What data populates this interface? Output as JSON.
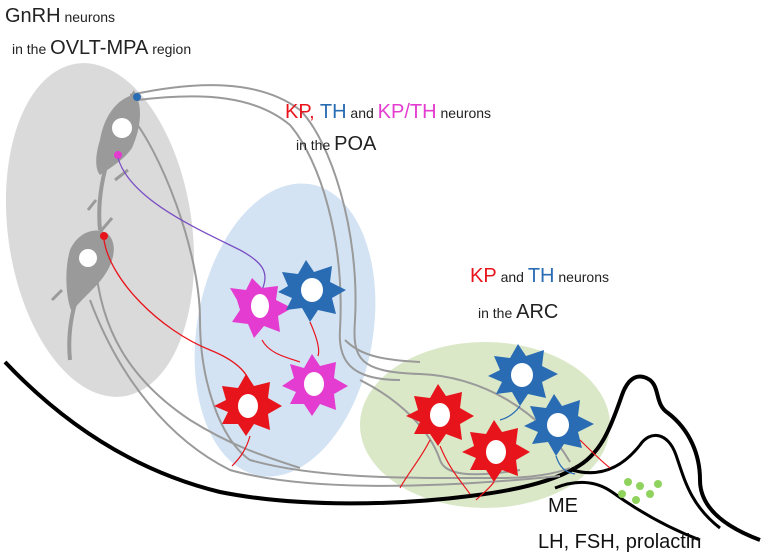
{
  "labels": {
    "gnrh_line1_big": "GnRH",
    "gnrh_line1_small": " neurons",
    "gnrh_line2_small": "in the ",
    "gnrh_line2_big": "OVLT-MPA",
    "gnrh_line2_small2": " region",
    "poa_kp": "KP,",
    "poa_th": " TH",
    "poa_and": " and ",
    "poa_kpth": "KP/TH",
    "poa_neurons": " neurons",
    "poa_in_the": "in the ",
    "poa_region": "POA",
    "arc_kp": "KP",
    "arc_and": " and ",
    "arc_th": "TH",
    "arc_neurons": " neurons",
    "arc_in_the": "in the ",
    "arc_region": "ARC",
    "me": "ME",
    "hormones": "LH, FSH, prolactin"
  },
  "colors": {
    "kp": "#e8141c",
    "th": "#2a6cb4",
    "kpth": "#e43bd0",
    "gnrh": "#9a9a9a",
    "region_ovlt": "#d9d9d9",
    "region_poa": "#cfe0f2",
    "region_arc": "#d8e6c4",
    "pituitary_dots": "#8fd25e"
  }
}
